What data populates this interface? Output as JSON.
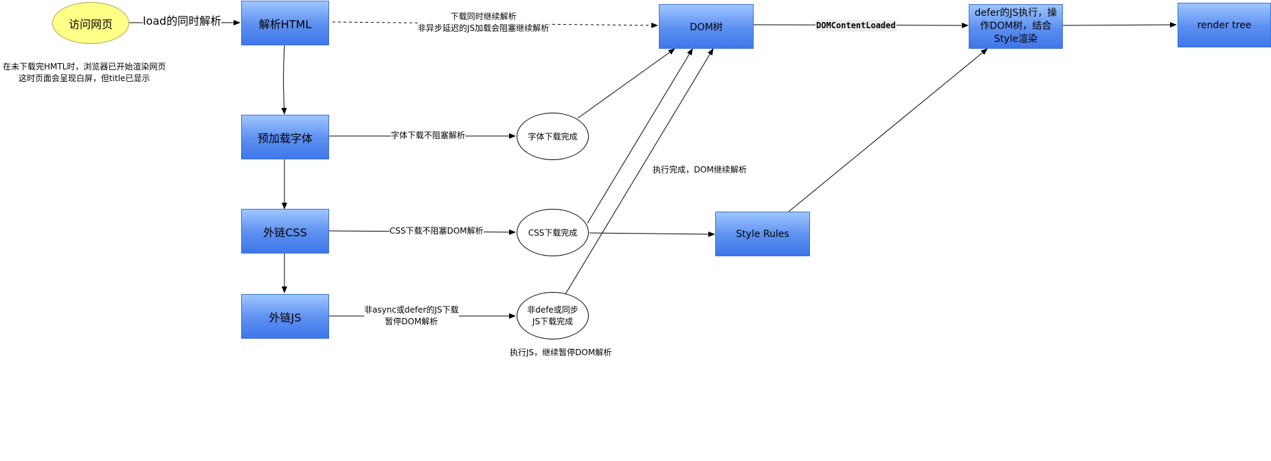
{
  "nodes": {
    "visit": "访问网页",
    "parse_html": "解析HTML",
    "preload_font": "预加载字体",
    "external_css": "外链CSS",
    "external_js": "外链JS",
    "font_done": "字体下载完成",
    "css_done": "CSS下载完成",
    "js_done": "非defe或同步\nJS下载完成",
    "dom_tree": "DOM树",
    "style_rules": "Style Rules",
    "defer_exec": "defer的JS执行，操\n作DOM树，结合\nStyle渲染",
    "render_tree": "render tree"
  },
  "edge_labels": {
    "load_parse": "load的同时解析",
    "continue_parse": "下载同时继续解析\n非异步延迟的JS加载会阻塞继续解析",
    "font_no_block": "字体下载不阻塞解析",
    "css_no_block": "CSS下载不阻塞DOM解析",
    "js_pause": "非async或defer的JS下载\n暂停DOM解析",
    "dom_content_loaded": "DOMContentLoaded",
    "exec_done": "执行完成，DOM继续解析"
  },
  "notes": {
    "white_screen": "在未下载完HMTL时，浏览器已开始渲染网页\n这时页面会呈现白屏，但title已显示",
    "exec_js": "执行JS，继续暂停DOM解析"
  },
  "colors": {
    "box_top": "#9ec6ff",
    "box_bottom": "#3f77ea",
    "box_border": "#3a6fd6",
    "start_fill": "#ffff88",
    "start_border": "#a8a84a",
    "edge": "#000000"
  }
}
